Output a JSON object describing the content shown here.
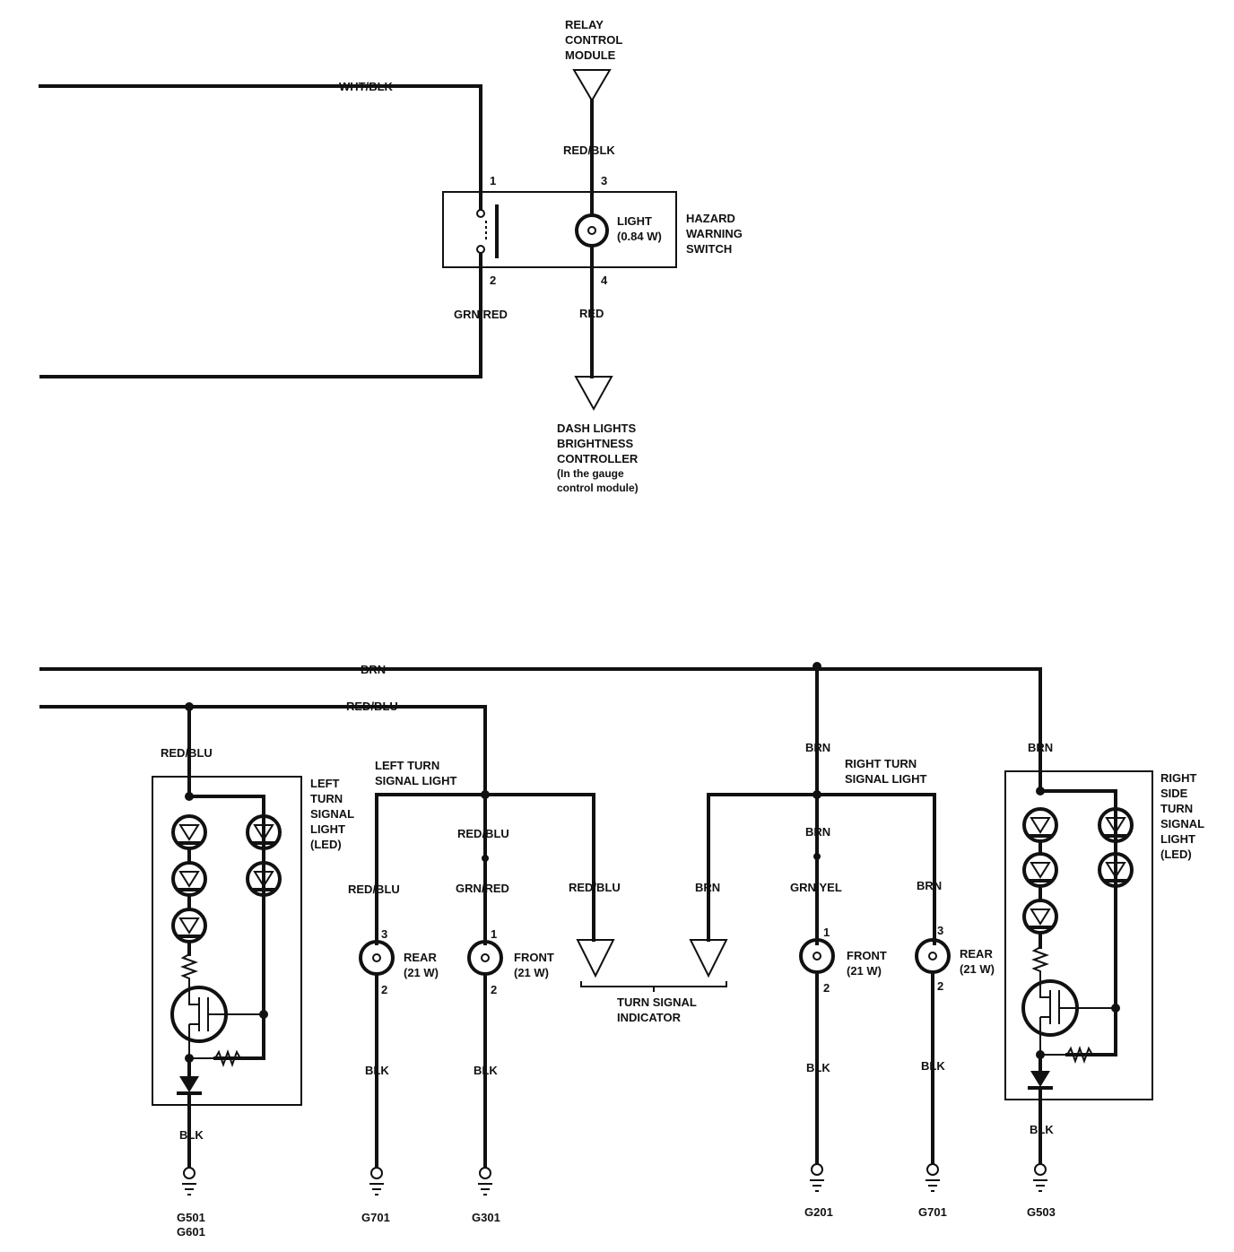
{
  "hazard": {
    "relay_line1": "RELAY",
    "relay_line2": "CONTROL",
    "relay_line3": "MODULE",
    "wire_wht_blk": "WHT/BLK",
    "wire_red_blk": "RED/BLK",
    "wire_grn_red": "GRN/RED",
    "wire_red": "RED",
    "pin1": "1",
    "pin2": "2",
    "pin3": "3",
    "pin4": "4",
    "light_line1": "LIGHT",
    "light_line2": "(0.84 W)",
    "switch_line1": "HAZARD",
    "switch_line2": "WARNING",
    "switch_line3": "SWITCH",
    "dash_line1": "DASH LIGHTS",
    "dash_line2": "BRIGHTNESS",
    "dash_line3": "CONTROLLER",
    "dash_line4": "(In the gauge",
    "dash_line5": "control module)"
  },
  "turn": {
    "wire_brn_top": "BRN",
    "wire_red_blu_top": "RED/BLU",
    "left_led": {
      "wire_in": "RED/BLU",
      "label_line1": "LEFT",
      "label_line2": "TURN",
      "label_line3": "SIGNAL",
      "label_line4": "LIGHT",
      "label_line5": "(LED)",
      "wire_out": "BLK",
      "ground_line1": "G501",
      "ground_line2": "G601"
    },
    "left_signal": {
      "title_line1": "LEFT TURN",
      "title_line2": "SIGNAL LIGHT",
      "rear_wire": "RED/BLU",
      "rear_pin_top": "3",
      "rear_pin_bottom": "2",
      "rear_line1": "REAR",
      "rear_line2": "(21 W)",
      "rear_blk": "BLK",
      "rear_ground": "G701",
      "front_wire_top": "RED/BLU",
      "front_wire": "GRN/RED",
      "front_pin_top": "1",
      "front_pin_bottom": "2",
      "front_line1": "FRONT",
      "front_line2": "(21 W)",
      "front_blk": "BLK",
      "front_ground": "G301",
      "indicator_wire": "RED/BLU"
    },
    "indicator": {
      "wire_brn": "BRN",
      "label_line1": "TURN SIGNAL",
      "label_line2": "INDICATOR"
    },
    "right_signal": {
      "title_line1": "RIGHT TURN",
      "title_line2": "SIGNAL LIGHT",
      "brn_top": "BRN",
      "brn_mid": "BRN",
      "front_wire": "GRN/YEL",
      "front_pin_top": "1",
      "front_pin_bottom": "2",
      "front_line1": "FRONT",
      "front_line2": "(21 W)",
      "front_blk": "BLK",
      "front_ground": "G201",
      "rear_wire": "BRN",
      "rear_pin_top": "3",
      "rear_pin_bottom": "2",
      "rear_line1": "REAR",
      "rear_line2": "(21 W)",
      "rear_blk": "BLK",
      "rear_ground": "G701"
    },
    "right_led": {
      "wire_in": "BRN",
      "label_line1": "RIGHT",
      "label_line2": "SIDE",
      "label_line3": "TURN",
      "label_line4": "SIGNAL",
      "label_line5": "LIGHT",
      "label_line6": "(LED)",
      "wire_out": "BLK",
      "ground": "G503"
    }
  }
}
